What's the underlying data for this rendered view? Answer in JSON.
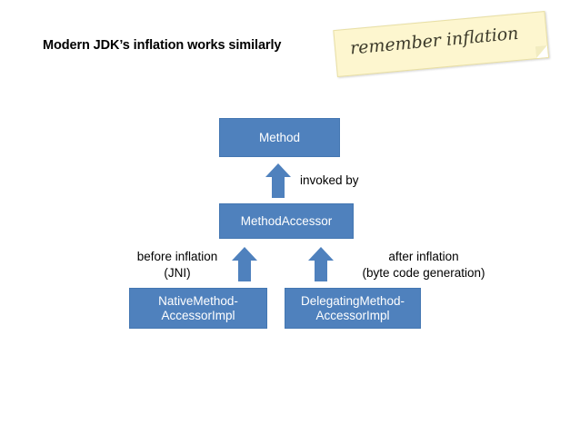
{
  "slide": {
    "title": "Modern JDK’s inflation works similarly",
    "sticky_note": "remember inflation",
    "colors": {
      "box_fill": "#4f81bd",
      "box_text": "#ffffff",
      "note_fill": "#fdf6cf",
      "text": "#000000"
    }
  },
  "diagram": {
    "boxes": [
      {
        "id": "method",
        "label": "Method"
      },
      {
        "id": "method-accessor",
        "label": "MethodAccessor"
      },
      {
        "id": "native-method-accessor-impl",
        "label": "NativeMethod-\nAccessorImpl",
        "line1": "NativeMethod-",
        "line2": "AccessorImpl"
      },
      {
        "id": "delegating-method-accessor-impl",
        "label": "DelegatingMethod-\nAccessorImpl",
        "line1": "DelegatingMethod-",
        "line2": "AccessorImpl"
      }
    ],
    "arrows": [
      {
        "id": "invoked-by",
        "direction": "up",
        "caption": "invoked by"
      },
      {
        "id": "before-inflation",
        "direction": "up",
        "caption_line1": "before inflation",
        "caption_line2": "(JNI)"
      },
      {
        "id": "after-inflation",
        "direction": "up",
        "caption_line1": "after inflation",
        "caption_line2": "(byte code generation)"
      }
    ]
  }
}
